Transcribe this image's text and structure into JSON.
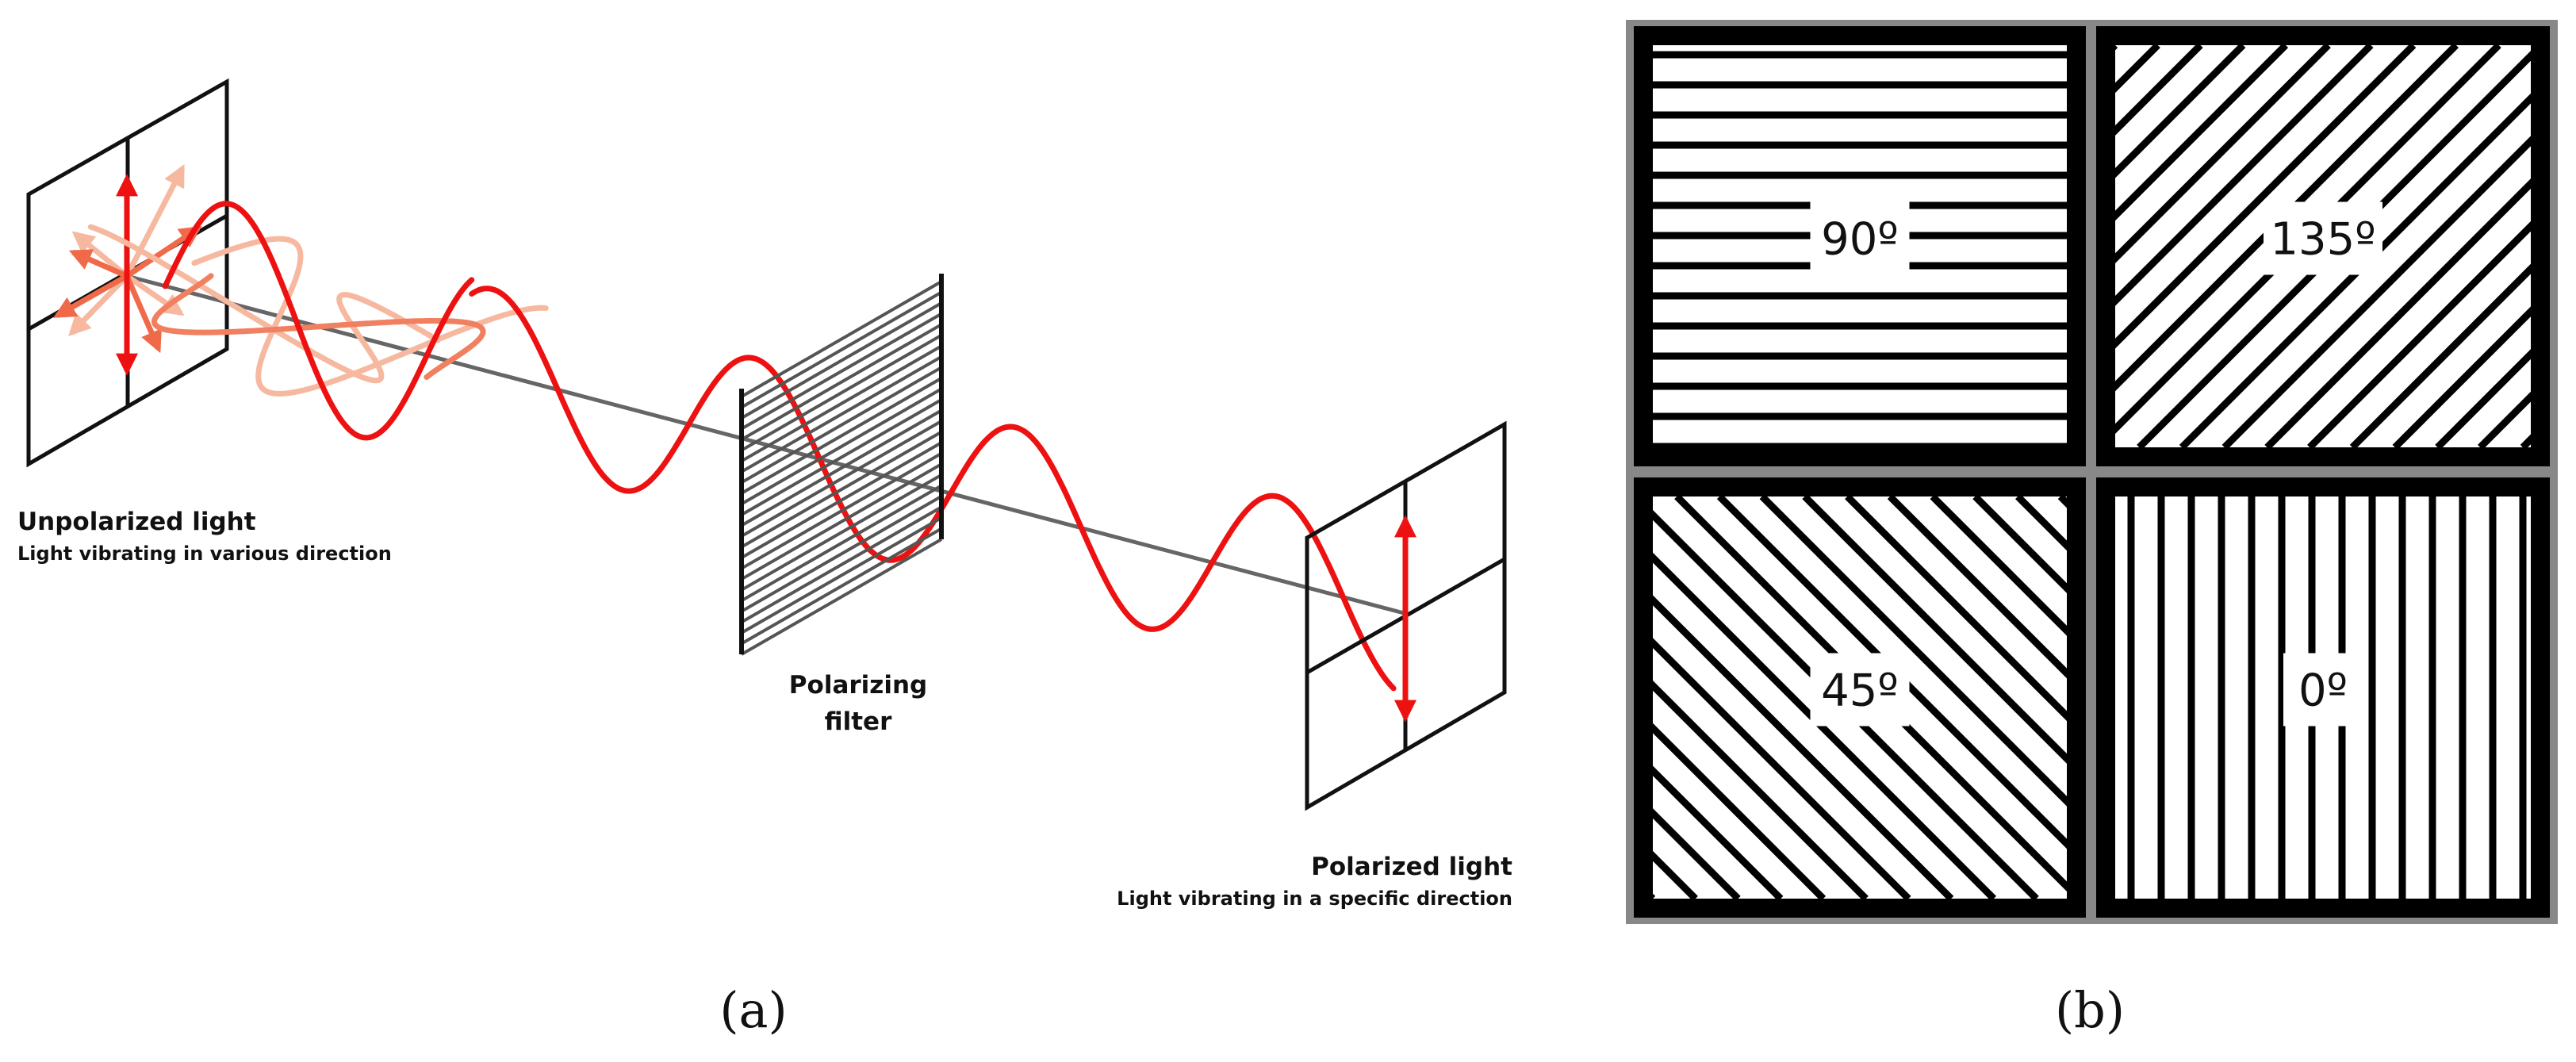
{
  "panel_a": {
    "caption": "(a)",
    "unpolarized": {
      "title": "Unpolarized light",
      "subtitle": "Light vibrating in various direction"
    },
    "filter": {
      "line1": "Polarizing",
      "line2": "filter"
    },
    "polarized": {
      "title": "Polarized light",
      "subtitle": "Light vibrating in a specific direction"
    }
  },
  "panel_b": {
    "caption": "(b)",
    "tiles": [
      {
        "angle_label": "90º",
        "orientation": "horizontal"
      },
      {
        "angle_label": "135º",
        "orientation": "diagonal-up"
      },
      {
        "angle_label": "45º",
        "orientation": "diagonal-down"
      },
      {
        "angle_label": "0º",
        "orientation": "vertical"
      }
    ]
  },
  "colors": {
    "wave_strong": "#ee1111",
    "wave_mid": "#f08060",
    "wave_light": "#f7b8a0",
    "arrow_red": "#ee1111",
    "axis_gray": "#666666",
    "filter_line": "#555555",
    "frame_gray": "#888888"
  }
}
